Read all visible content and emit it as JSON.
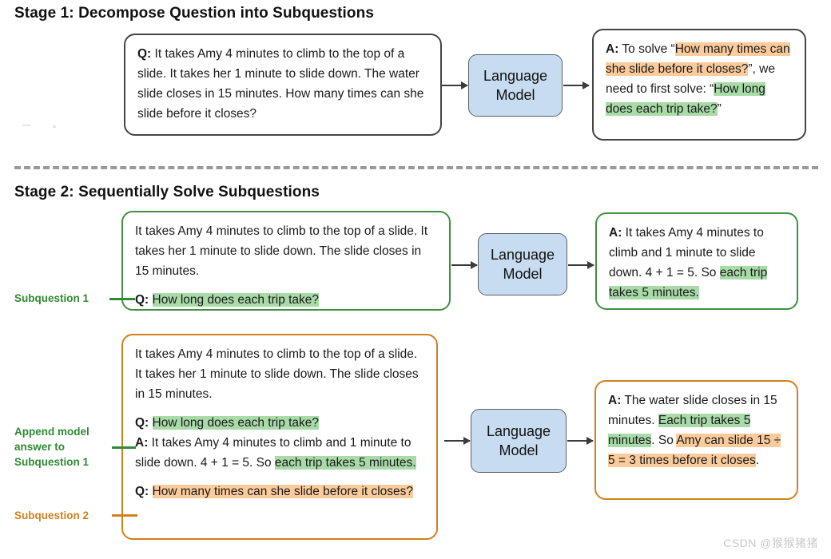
{
  "stage1": {
    "title": "Stage 1: Decompose Question into Subquestions",
    "question_box": {
      "prefix": "Q:",
      "text": " It takes Amy 4 minutes to climb to the top of a slide. It takes her 1 minute to slide down. The water slide closes in 15 minutes. How many times can she slide before it closes?"
    },
    "model_box": {
      "line1": "Language",
      "line2": "Model"
    },
    "answer_box": {
      "prefix": "A:",
      "seg1": " To solve “",
      "hl_orange": "How many times can she slide before it closes?",
      "seg2": "”, we need to first solve: “",
      "hl_green": "How long does each trip take?",
      "seg3": "”"
    }
  },
  "stage2": {
    "title": "Stage 2: Sequentially Solve Subquestions",
    "row1": {
      "context": "It takes Amy 4 minutes to climb to the top of a slide. It takes her 1 minute to slide down. The slide closes in 15 minutes.",
      "q_prefix": "Q:",
      "q_hl_green": "How long does each trip take?",
      "annotation": "Subquestion 1",
      "model_box": {
        "line1": "Language",
        "line2": "Model"
      },
      "answer": {
        "prefix": "A:",
        "seg1": " It takes Amy 4 minutes to climb and 1 minute to slide down. 4 + 1 = 5. So ",
        "hl_green": "each trip takes 5 minutes."
      }
    },
    "row2": {
      "context": "It takes Amy 4 minutes to climb to the top of a slide. It takes her 1 minute to slide down. The slide closes in 15 minutes.",
      "q1_prefix": "Q:",
      "q1_hl_green": "How long does each trip take?",
      "a1_prefix": "A:",
      "a1_seg1": " It takes Amy 4 minutes to climb and 1 minute to slide down. 4 + 1 = 5. So ",
      "a1_hl_green": "each trip takes 5 minutes.",
      "q2_prefix": "Q:",
      "q2_hl_orange": "How many times can she slide before it closes?",
      "annotation_append": "Append model answer to Subquestion 1",
      "annotation_sub2": "Subquestion 2",
      "model_box": {
        "line1": "Language",
        "line2": "Model"
      },
      "answer": {
        "prefix": "A:",
        "seg1": " The water slide closes in 15 minutes. ",
        "hl_green": "Each trip takes 5 minutes",
        "seg2": ". So ",
        "hl_orange": "Amy can slide 15 ÷ 5 = 3 times before it closes",
        "seg3": "."
      }
    }
  },
  "watermark": "CSDN @猴猴猪猪",
  "colors": {
    "green_border": "#3f9142",
    "orange_border": "#d2801e",
    "green_highlight": "#a8dba8",
    "orange_highlight": "#fbcb9c",
    "lm_fill": "#c7dcf0",
    "divider": "#9a9a9a"
  }
}
